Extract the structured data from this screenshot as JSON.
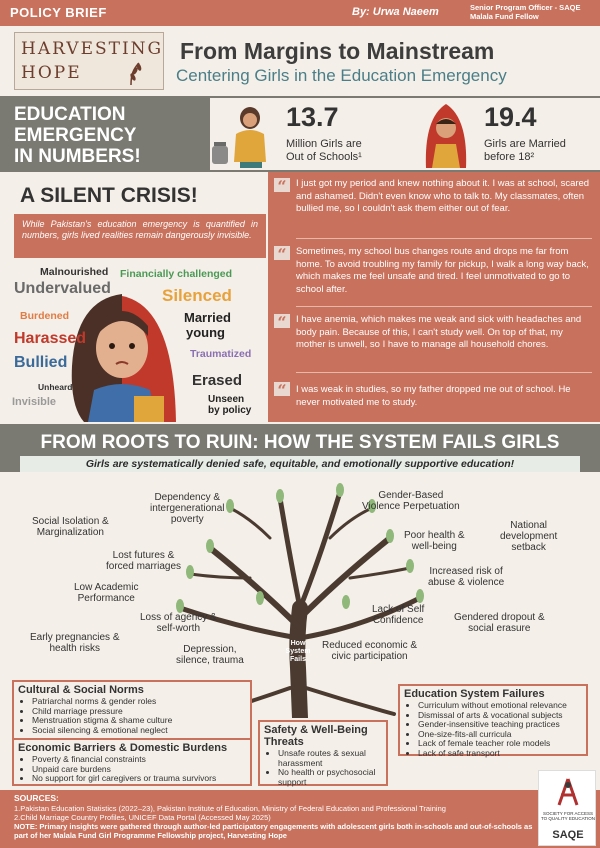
{
  "topbar": {
    "label": "POLICY BRIEF",
    "byline": "By: Urwa Naeem",
    "role_line1": "Senior Program Officer - SAQE",
    "role_line2": "Malala Fund Fellow"
  },
  "logo": {
    "line1": "HARVESTING",
    "line2": "HOPE"
  },
  "header": {
    "title": "From Margins to Mainstream",
    "subtitle": "Centering Girls in the Education Emergency"
  },
  "numbers": {
    "title_line1": "EDUCATION",
    "title_line2": "EMERGENCY",
    "title_line3": "IN NUMBERS!",
    "stats": [
      {
        "value": "13.7",
        "caption1": "Million Girls are",
        "caption2": "Out of Schools¹"
      },
      {
        "value": "19.4",
        "caption1": "Girls are Married",
        "caption2": "before 18²"
      }
    ]
  },
  "crisis": {
    "title": "A SILENT CRISIS!",
    "text": "While Pakistan's education emergency is quantified in numbers, girls lived realities remain dangerously invisible.",
    "words": [
      {
        "text": "Malnourished",
        "color": "#333333"
      },
      {
        "text": "Financially challenged",
        "color": "#4a9a55"
      },
      {
        "text": "Undervalued",
        "color": "#6a6a6a"
      },
      {
        "text": "Silenced",
        "color": "#e8a23c"
      },
      {
        "text": "Burdened",
        "color": "#e07c45"
      },
      {
        "text": "Married",
        "color": "#222222"
      },
      {
        "text": "young",
        "color": "#222222"
      },
      {
        "text": "Harassed",
        "color": "#c0392b"
      },
      {
        "text": "Traumatized",
        "color": "#8a6fb3"
      },
      {
        "text": "Bullied",
        "color": "#3a6a9a"
      },
      {
        "text": "Erased",
        "color": "#333333"
      },
      {
        "text": "Unheard",
        "color": "#333333"
      },
      {
        "text": "Invisible",
        "color": "#9a9a9a"
      },
      {
        "text": "Unseen",
        "color": "#222222"
      },
      {
        "text": "by policy",
        "color": "#222222"
      }
    ]
  },
  "quotes": [
    "I just got my period and knew nothing about it. I was at school, scared and ashamed. Didn't even know who to talk to. My classmates, often bullied me, so I couldn't ask them either out of fear.",
    "Sometimes, my school bus changes route and drops me far from home. To avoid troubling my family for pickup, I walk a long way back, which makes me feel unsafe and tired. I feel unmotivated to go to school after.",
    "I have anemia, which makes me weak and sick with headaches and body pain. Because of this, I can't study well. On top of that, my mother is unwell, so I have to manage all household chores.",
    "I was weak in studies, so my father dropped me out of school. He never motivated me to study."
  ],
  "roots": {
    "title": "FROM ROOTS TO RUIN: HOW THE SYSTEM FAILS GIRLS",
    "subtitle": "Girls are systematically denied safe, equitable, and emotionally supportive education!",
    "trunk_label": "How System Fails",
    "labels": [
      "Dependency &\nintergenerational\npoverty",
      "Gender-Based\nViolence Perpetuation",
      "Social Isolation &\nMarginalization",
      "National\ndevelopment\nsetback",
      "Poor health &\nwell-being",
      "Lost futures &\nforced marriages",
      "Increased risk of\nabuse & violence",
      "Low Academic\nPerformance",
      "Lack of Self\nConfidence",
      "Gendered dropout &\nsocial erasure",
      "Loss of agency &\nself-worth",
      "Early pregnancies &\nhealth risks",
      "Reduced economic &\ncivic participation",
      "Depression,\nsilence, trauma"
    ]
  },
  "boxes": {
    "cultural": {
      "title": "Cultural & Social Norms",
      "items": [
        "Patriarchal norms & gender roles",
        "Child marriage pressure",
        "Menstruation stigma & shame culture",
        "Social silencing & emotional neglect"
      ]
    },
    "economic": {
      "title": "Economic Barriers & Domestic Burdens",
      "items": [
        "Poverty & financial constraints",
        "Unpaid care burdens",
        "No support for girl caregivers or trauma survivors"
      ]
    },
    "safety": {
      "title": "Safety & Well-Being Threats",
      "items": [
        "Unsafe routes & sexual harassment",
        "No health or psychosocial support"
      ]
    },
    "education": {
      "title": "Education System Failures",
      "items": [
        "Curriculum without emotional relevance",
        "Dismissal of arts & vocational subjects",
        "Gender-insensitive teaching practices",
        "One-size-fits-all curricula",
        "Lack of female teacher role models",
        "Lack of safe transport"
      ]
    }
  },
  "sources": {
    "title": "SOURCES:",
    "s1": "1.Pakistan Education Statistics (2022–23), Pakistan Institute of Education, Ministry of Federal Education and Professional Training",
    "s2": "2.Child Marriage Country Profiles, UNICEF Data Portal (Accessed May 2025)",
    "note": "NOTE: Primary insights were gathered through author-led participatory engagements with adolescent girls both in-schools and out-of-schools as part of her Malala Fund Girl Programme Fellowship project, Harvesting Hope"
  },
  "saqe": {
    "small": "SOCIETY FOR ACCESS TO QUALITY EDUCATION",
    "name": "SAQE"
  },
  "colors": {
    "accent": "#c8715d",
    "band": "#7a7a72",
    "teal": "#4a7e88",
    "paper": "#f4efe8"
  }
}
